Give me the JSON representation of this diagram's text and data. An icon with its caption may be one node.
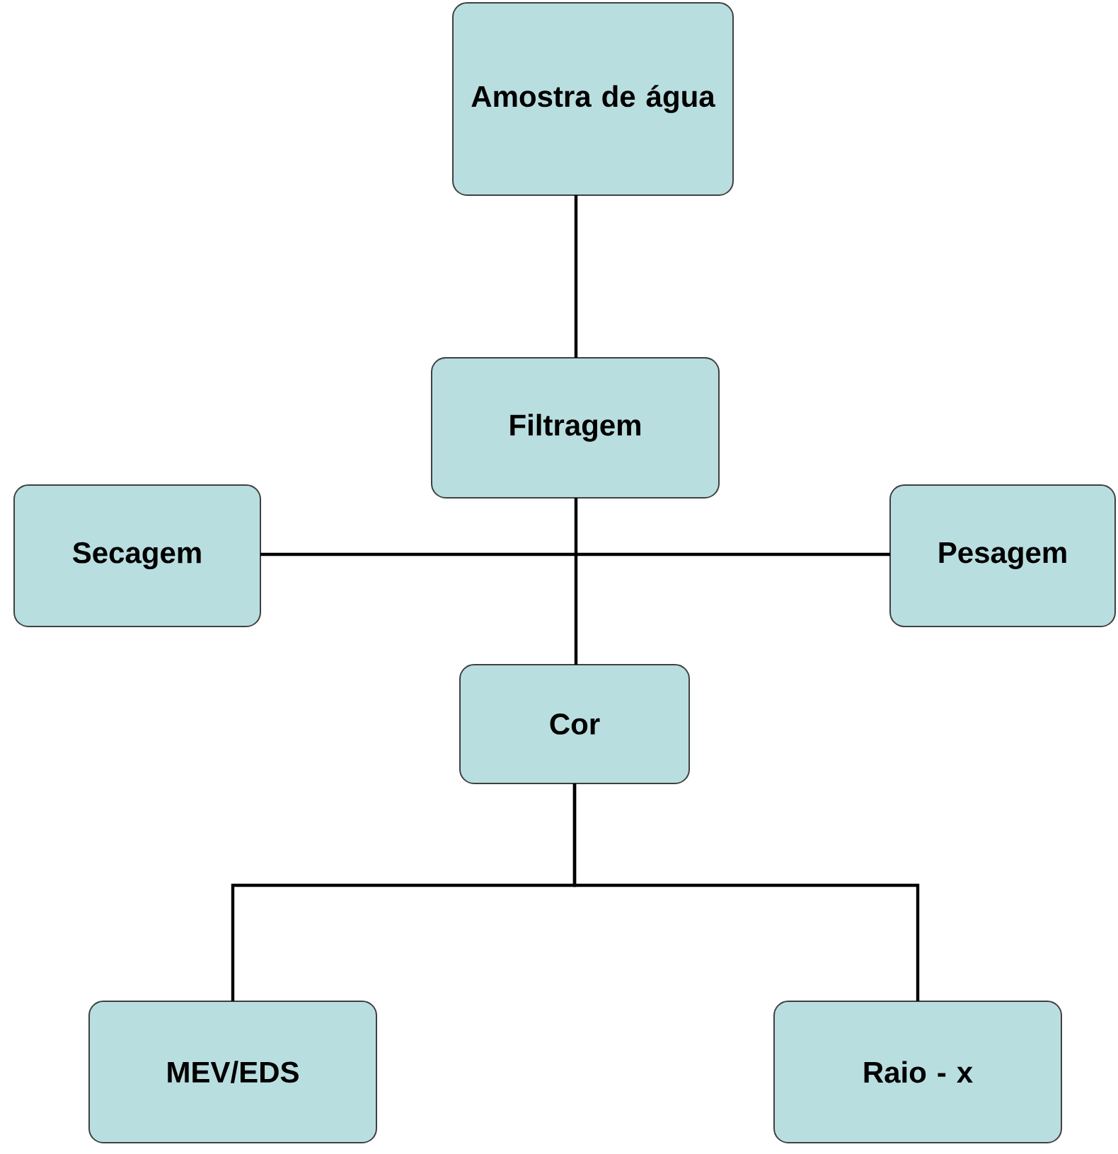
{
  "diagram": {
    "nodes": [
      {
        "text": [
          "Amostra de água"
        ]
      },
      {
        "text": [
          "Filtragem"
        ]
      },
      {
        "text": [
          "Secagem"
        ]
      },
      {
        "text": [
          "Pesagem"
        ]
      },
      {
        "text": [
          "Cor"
        ]
      },
      {
        "text": [
          "MEV/EDS"
        ]
      },
      {
        "text": [
          "Raio - x"
        ]
      }
    ],
    "edges": [
      {
        "from": 0,
        "to": 1,
        "arrow": "none"
      },
      {
        "from": 1,
        "to": 4,
        "arrow": "none"
      },
      {
        "from": 2,
        "to": 3,
        "arrow": "none"
      },
      {
        "from": 4,
        "to": 5,
        "arrow": "none"
      },
      {
        "from": 4,
        "to": 6,
        "arrow": "none"
      }
    ]
  }
}
